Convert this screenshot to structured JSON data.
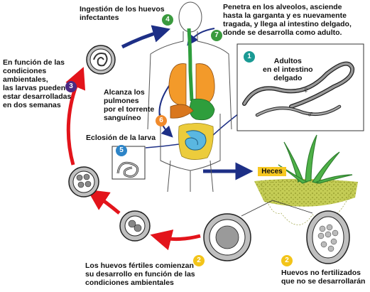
{
  "labels": {
    "ingestion": "Ingestión de los huevos\ninfectantes",
    "penetra": "Penetra en los alveolos, asciende\nhasta la garganta y es nuevamente\ntragada, y llega al intestino delgado,\ndonde se desarrolla como adulto.",
    "ambientales": "En función de las\ncondiciones\nambientales,\nlas larvas pueden\nestar desarrolladas\nen dos semanas",
    "pulmones": "Alcanza los\npulmones\npor el torrente\nsanguíneo",
    "adultos": "Adultos\nen el intestino\ndelgado",
    "eclosion": "Eclosión de la larva",
    "heces": "Heces",
    "fertiles": "Los huevos fértiles comienzan\nsu desarrollo en función de las\ncondiciones ambientales",
    "no_fertilizados": "Huevos no fertilizados\nque no se desarrollarán",
    "female_symbol": "♀",
    "male_symbol": "♂"
  },
  "steps": {
    "s1": "1",
    "s2a": "2",
    "s2b": "2",
    "s3": "3",
    "s4": "4",
    "s5": "5",
    "s6": "6",
    "s7": "7"
  },
  "colors": {
    "cycle_arrow": "#e3141b",
    "blue_arrow": "#1d2f86",
    "lung": "#f39a2a",
    "intestine": "#eccc3c",
    "esophagus": "#2e9e3c",
    "small_intestine": "#5ab7e1",
    "badge_green": "#3a9a3e",
    "badge_teal": "#1a9a94",
    "badge_purple": "#4b2a83",
    "badge_orange": "#f08a2c",
    "badge_blue": "#2d84c7",
    "badge_yellow": "#f3c419",
    "soil": "#b9c24a",
    "grass": "#4fb248"
  }
}
